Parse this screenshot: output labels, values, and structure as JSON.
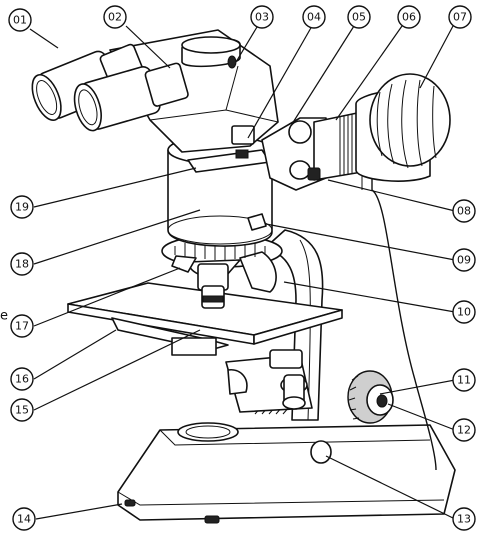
{
  "callouts": [
    {
      "id": "01",
      "label": "01"
    },
    {
      "id": "02",
      "label": "02"
    },
    {
      "id": "03",
      "label": "03"
    },
    {
      "id": "04",
      "label": "04"
    },
    {
      "id": "05",
      "label": "05"
    },
    {
      "id": "06",
      "label": "06"
    },
    {
      "id": "07",
      "label": "07"
    },
    {
      "id": "08",
      "label": "08"
    },
    {
      "id": "09",
      "label": "09"
    },
    {
      "id": "10",
      "label": "10"
    },
    {
      "id": "11",
      "label": "11"
    },
    {
      "id": "12",
      "label": "12"
    },
    {
      "id": "13",
      "label": "13"
    },
    {
      "id": "14",
      "label": "14"
    },
    {
      "id": "15",
      "label": "15"
    },
    {
      "id": "16",
      "label": "16"
    },
    {
      "id": "17",
      "label": "17"
    },
    {
      "id": "18",
      "label": "18"
    },
    {
      "id": "19",
      "label": "19"
    }
  ],
  "stray_letter": "e"
}
